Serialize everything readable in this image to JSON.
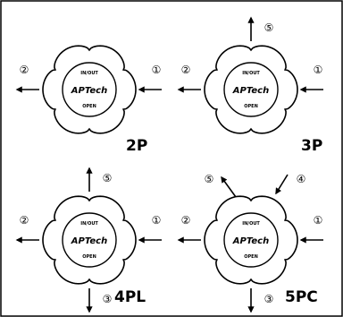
{
  "valves": [
    {
      "label": "2P",
      "brand": "APTech",
      "top_mark": "IN/OUT",
      "bottom_mark": "OPEN",
      "ports": [
        {
          "num": "1",
          "symbol": "①"
        },
        {
          "num": "2",
          "symbol": "②"
        }
      ]
    },
    {
      "label": "3P",
      "brand": "APTech",
      "top_mark": "IN/OUT",
      "bottom_mark": "OPEN",
      "ports": [
        {
          "num": "1",
          "symbol": "①"
        },
        {
          "num": "2",
          "symbol": "②"
        },
        {
          "num": "5",
          "symbol": "⑤"
        }
      ]
    },
    {
      "label": "4PL",
      "brand": "APTech",
      "top_mark": "IN/OUT",
      "bottom_mark": "OPEN",
      "ports": [
        {
          "num": "1",
          "symbol": "①"
        },
        {
          "num": "2",
          "symbol": "②"
        },
        {
          "num": "3",
          "symbol": "③"
        },
        {
          "num": "5",
          "symbol": "⑤"
        }
      ]
    },
    {
      "label": "5PC",
      "brand": "APTech",
      "top_mark": "IN/OUT",
      "bottom_mark": "OPEN",
      "ports": [
        {
          "num": "1",
          "symbol": "①"
        },
        {
          "num": "2",
          "symbol": "②"
        },
        {
          "num": "3",
          "symbol": "③"
        },
        {
          "num": "4",
          "symbol": "④"
        },
        {
          "num": "5",
          "symbol": "⑤"
        }
      ]
    }
  ]
}
